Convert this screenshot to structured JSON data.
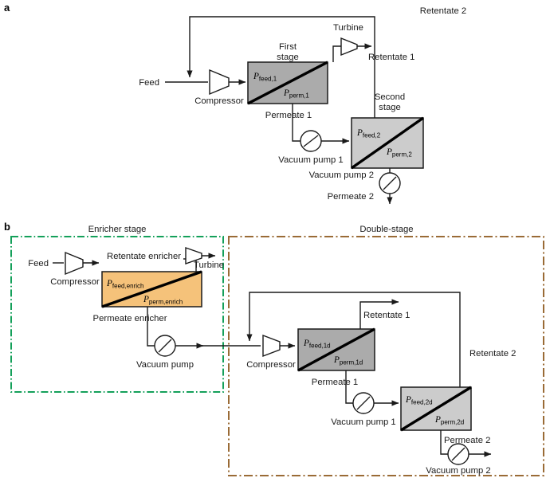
{
  "figure": {
    "panel_a": {
      "letter": "a",
      "labels": {
        "feed": "Feed",
        "compressor": "Compressor",
        "first_stage": "First",
        "first_stage_2": "stage",
        "turbine": "Turbine",
        "retentate_1": "Retentate 1",
        "retentate_2": "Retentate 2",
        "permeate_1": "Permeate 1",
        "vacuum_pump_1": "Vacuum pump 1",
        "second_stage": "Second",
        "second_stage_2": "stage",
        "vacuum_pump_2": "Vacuum pump 2",
        "permeate_2": "Permeate 2"
      },
      "pressures": {
        "feed_1_base": "P",
        "feed_1_sub": "feed,1",
        "perm_1_base": "P",
        "perm_1_sub": "perm,1",
        "feed_2_base": "P",
        "feed_2_sub": "feed,2",
        "perm_2_base": "P",
        "perm_2_sub": "perm,2"
      },
      "colors": {
        "stage_1_fill": "#ababab",
        "stage_2_fill": "#cccccc",
        "line": "#1a1a1a"
      }
    },
    "panel_b": {
      "letter": "b",
      "group_labels": {
        "enricher": "Enricher stage",
        "double_stage": "Double-stage"
      },
      "labels": {
        "feed": "Feed",
        "compressor_enrich": "Compressor",
        "retentate_enricher": "Retentate enricher",
        "turbine": "Turbine",
        "permeate_enricher": "Permeate enricher",
        "vacuum_pump": "Vacuum pump",
        "compressor_double": "Compressor",
        "retentate_1": "Retentate 1",
        "retentate_2": "Retentate 2",
        "permeate_1": "Permeate 1",
        "vacuum_pump_1": "Vacuum pump 1",
        "permeate_2": "Permeate 2",
        "vacuum_pump_2": "Vacuum pump 2"
      },
      "pressures": {
        "feed_enrich_base": "P",
        "feed_enrich_sub": "feed,enrich",
        "perm_enrich_base": "P",
        "perm_enrich_sub": "perm,enrich",
        "feed_1d_base": "P",
        "feed_1d_sub": "feed,1d",
        "perm_1d_base": "P",
        "perm_1d_sub": "perm,1d",
        "feed_2d_base": "P",
        "feed_2d_sub": "feed,2d",
        "perm_2d_base": "P",
        "perm_2d_sub": "perm,2d"
      },
      "colors": {
        "enricher_fill": "#f5c27a",
        "stage_1d_fill": "#ababab",
        "stage_2d_fill": "#cccccc",
        "enricher_border": "#14a05a",
        "double_border": "#9a6b36",
        "line": "#1a1a1a"
      }
    }
  }
}
